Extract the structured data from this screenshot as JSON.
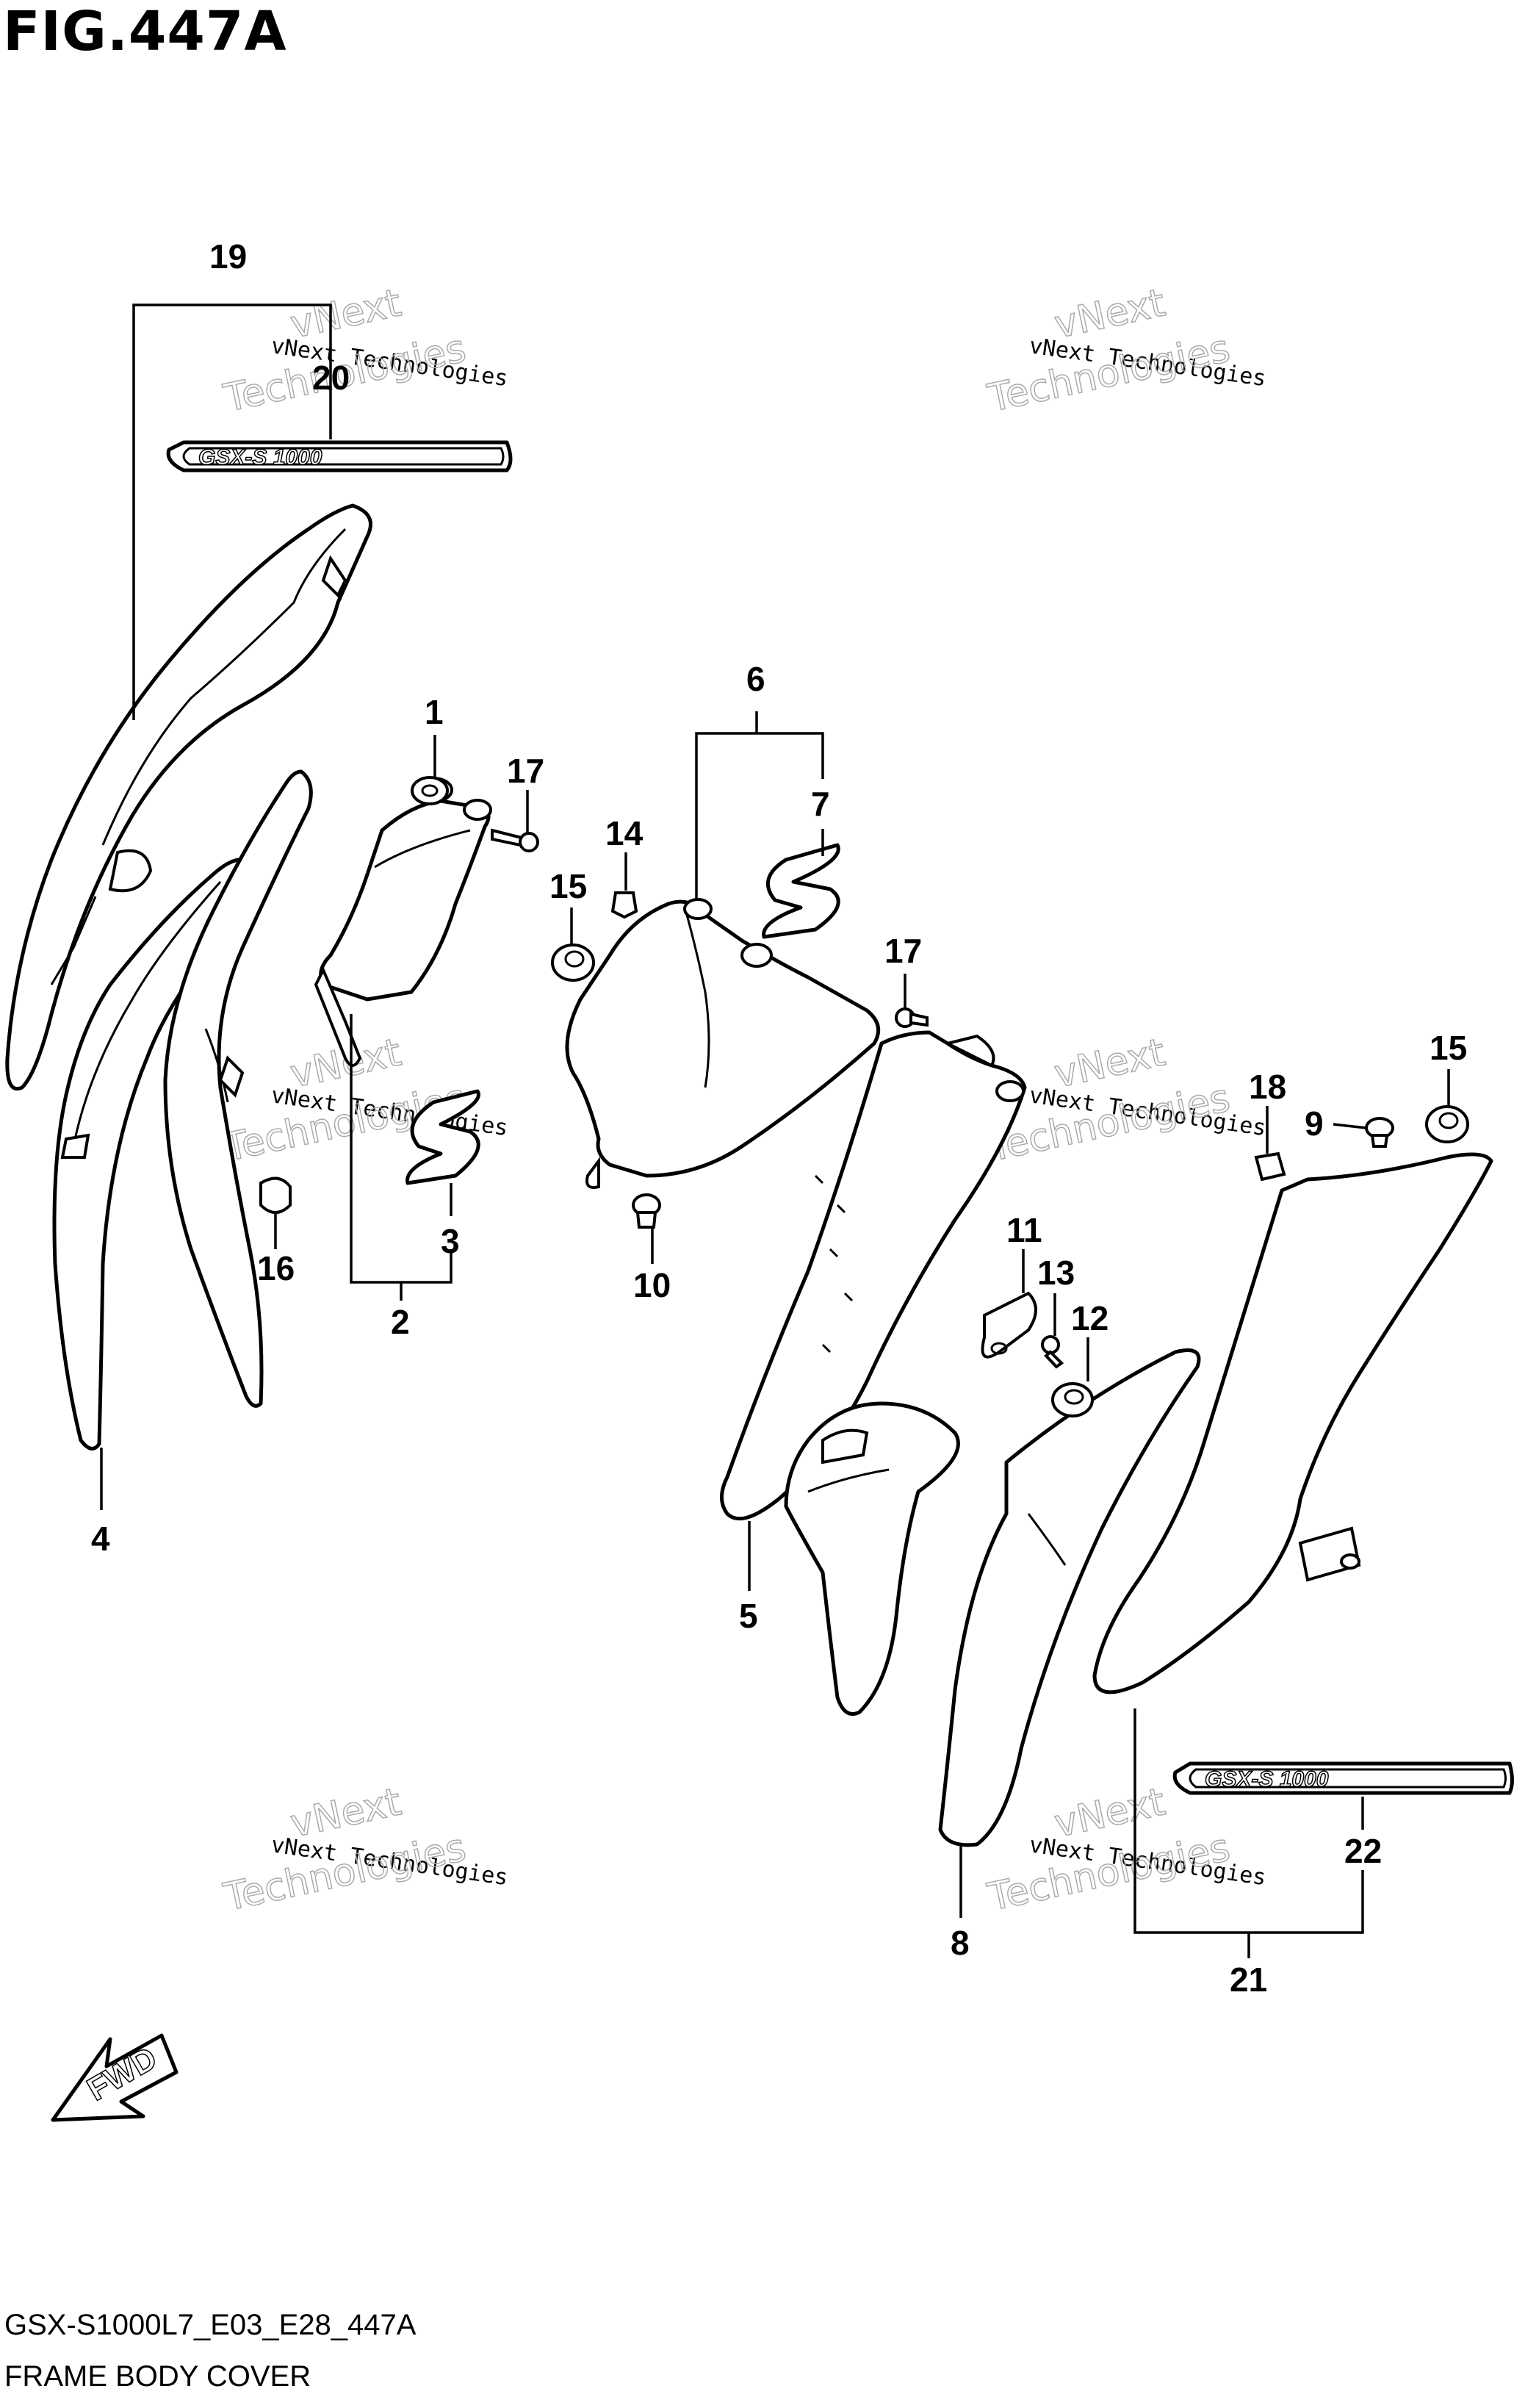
{
  "figure": {
    "title": "FIG.447A",
    "model_code": "GSX-S1000L7_E03_E28_447A",
    "section_title": "FRAME BODY COVER"
  },
  "callouts": {
    "c1": "1",
    "c2": "2",
    "c3": "3",
    "c4": "4",
    "c5": "5",
    "c6": "6",
    "c7": "7",
    "c8": "8",
    "c9": "9",
    "c10": "10",
    "c11": "11",
    "c12": "12",
    "c13": "13",
    "c14": "14",
    "c15a": "15",
    "c15b": "15",
    "c16": "16",
    "c17a": "17",
    "c17b": "17",
    "c18": "18",
    "c19": "19",
    "c20": "20",
    "c21": "21",
    "c22": "22"
  },
  "watermark": {
    "line1": "vNext",
    "line2": "vNext Technologies",
    "line3": "Technologies"
  },
  "fwd_label": "FWD",
  "emblem_text": "GSX-S 1000"
}
